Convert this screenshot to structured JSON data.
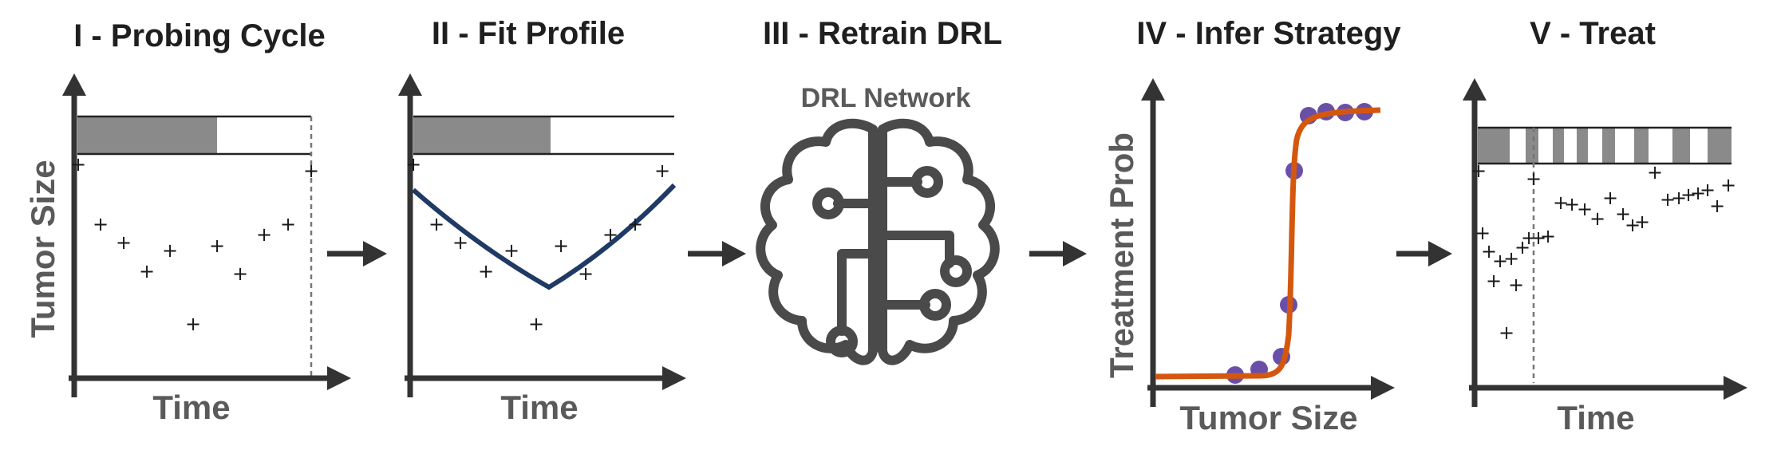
{
  "panels": [
    {
      "title": "I - Probing Cycle",
      "xlabel": "Time",
      "ylabel": "Tumor Size"
    },
    {
      "title": "II - Fit Profile",
      "xlabel": "Time"
    },
    {
      "title": "III - Retrain DRL",
      "network_label": "DRL Network",
      "icon": "brain-circuit-icon"
    },
    {
      "title": "IV - Infer Strategy",
      "xlabel": "Tumor Size",
      "ylabel": "Treatment Prob"
    },
    {
      "title": "V - Treat",
      "xlabel": "Time"
    }
  ],
  "arrows": [
    "right-arrow",
    "right-arrow",
    "right-arrow",
    "right-arrow"
  ],
  "colors": {
    "axis": "#333333",
    "bar_on": "#8a8a8a",
    "fit_curve": "#1f3a64",
    "sigmoid_curve": "#d4570e",
    "sigmoid_points": "#6a4fa8",
    "text_gray": "#5a5a5a"
  }
}
